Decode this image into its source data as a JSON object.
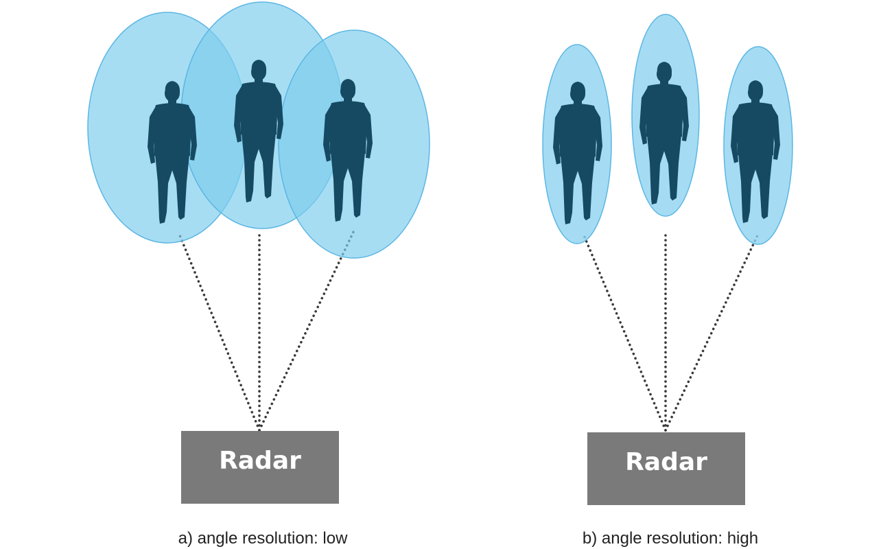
{
  "panels": [
    {
      "id": "low",
      "radar_label": "Radar",
      "caption": "a) angle resolution: low"
    },
    {
      "id": "high",
      "radar_label": "Radar",
      "caption": "b) angle resolution: high"
    }
  ],
  "colors": {
    "beam_fill": "#7ecdee",
    "beam_stroke": "#5bb6e3",
    "person_silhouette": "#154a62",
    "radar_box": "#7a7a7a",
    "radar_text": "#ffffff",
    "dotted_line": "#3a3a3a",
    "caption_text": "#222222"
  },
  "icons": {
    "person": "walking-person-silhouette-icon"
  }
}
